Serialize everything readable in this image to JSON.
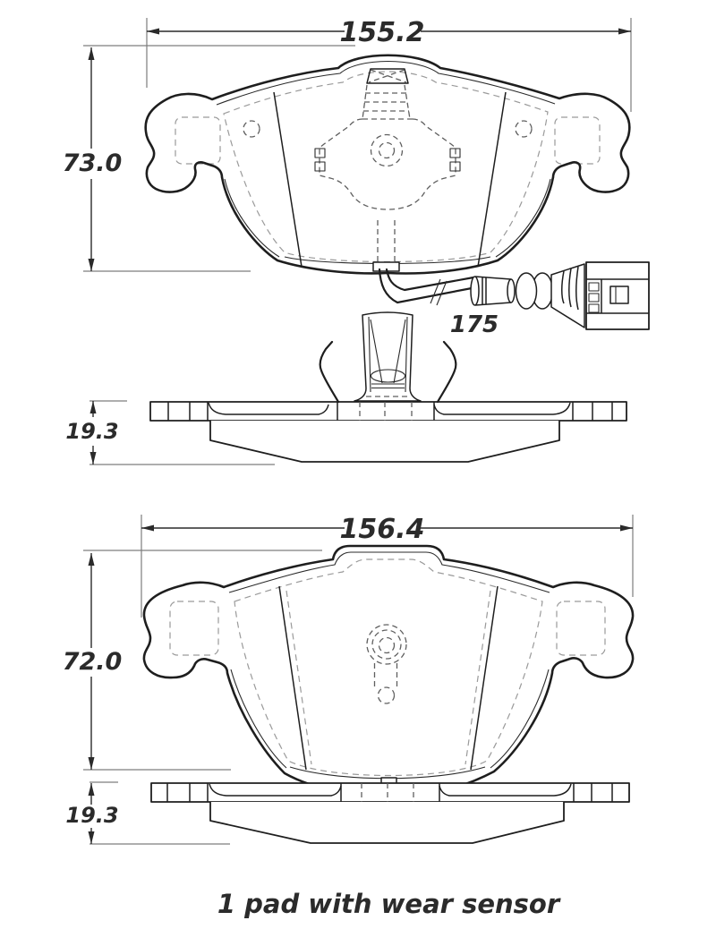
{
  "drawing": {
    "caption": "1 pad with wear sensor",
    "views": {
      "pad1": {
        "width_label": "155.2",
        "height_label": "73.0",
        "thickness_label": "19.3",
        "sensor_wire_length_label": "175"
      },
      "pad2": {
        "width_label": "156.4",
        "height_label": "72.0",
        "thickness_label": "19.3"
      }
    },
    "colors": {
      "line": "#1e1e1e",
      "dashed_detail": "#5f5f5f",
      "dashed_inner": "#9a9a9a",
      "text": "#2b2b2b",
      "background": "#ffffff"
    }
  }
}
